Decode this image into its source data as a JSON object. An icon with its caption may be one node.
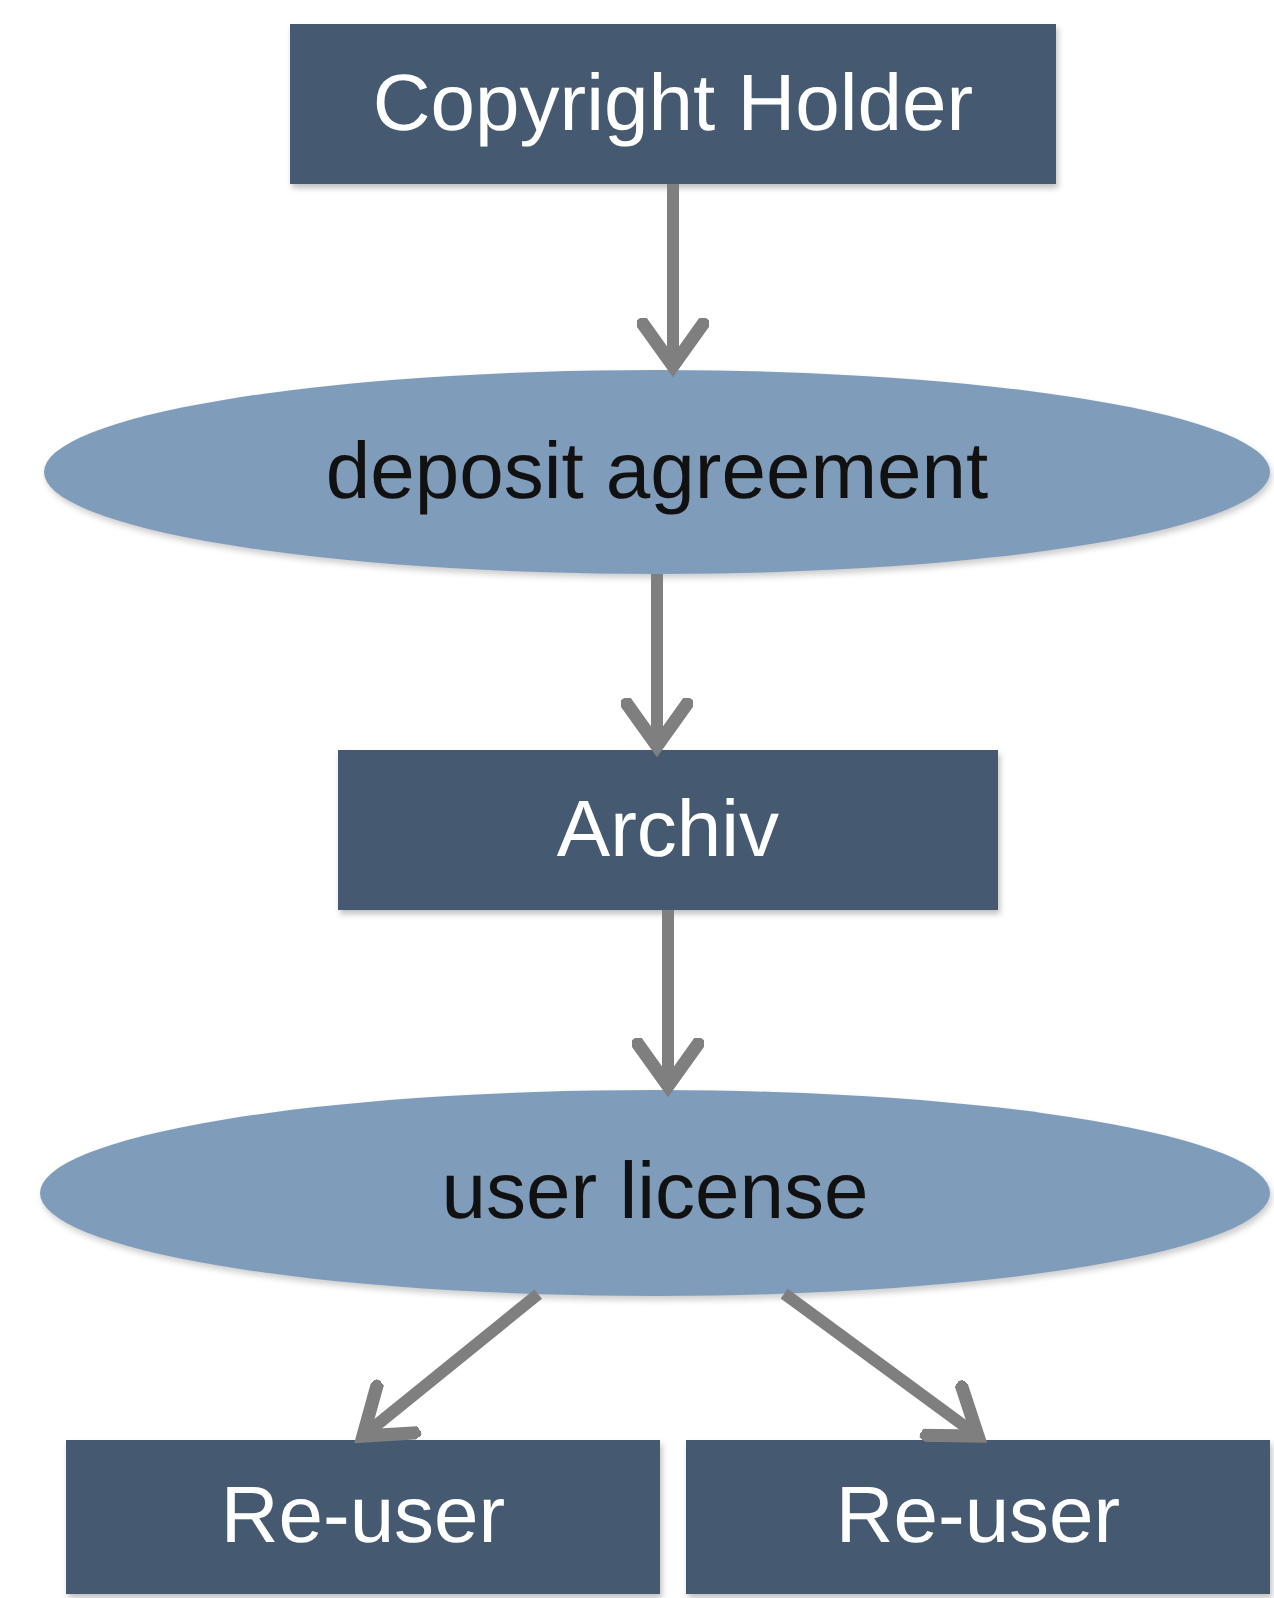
{
  "diagram": {
    "nodes": [
      {
        "text": [
          "Copyright Holder"
        ]
      },
      {
        "text": [
          "deposit agreement"
        ]
      },
      {
        "text": [
          "Archiv"
        ]
      },
      {
        "text": [
          "user license"
        ]
      },
      {
        "text": [
          "Re-user"
        ]
      },
      {
        "text": [
          "Re-user"
        ]
      }
    ],
    "edges": [
      {
        "from": 0,
        "to": 1,
        "arrow": "to"
      },
      {
        "from": 1,
        "to": 2,
        "arrow": "to"
      },
      {
        "from": 2,
        "to": 3,
        "arrow": "to"
      },
      {
        "from": 3,
        "to": 4,
        "arrow": "to"
      },
      {
        "from": 3,
        "to": 5,
        "arrow": "to"
      }
    ]
  }
}
